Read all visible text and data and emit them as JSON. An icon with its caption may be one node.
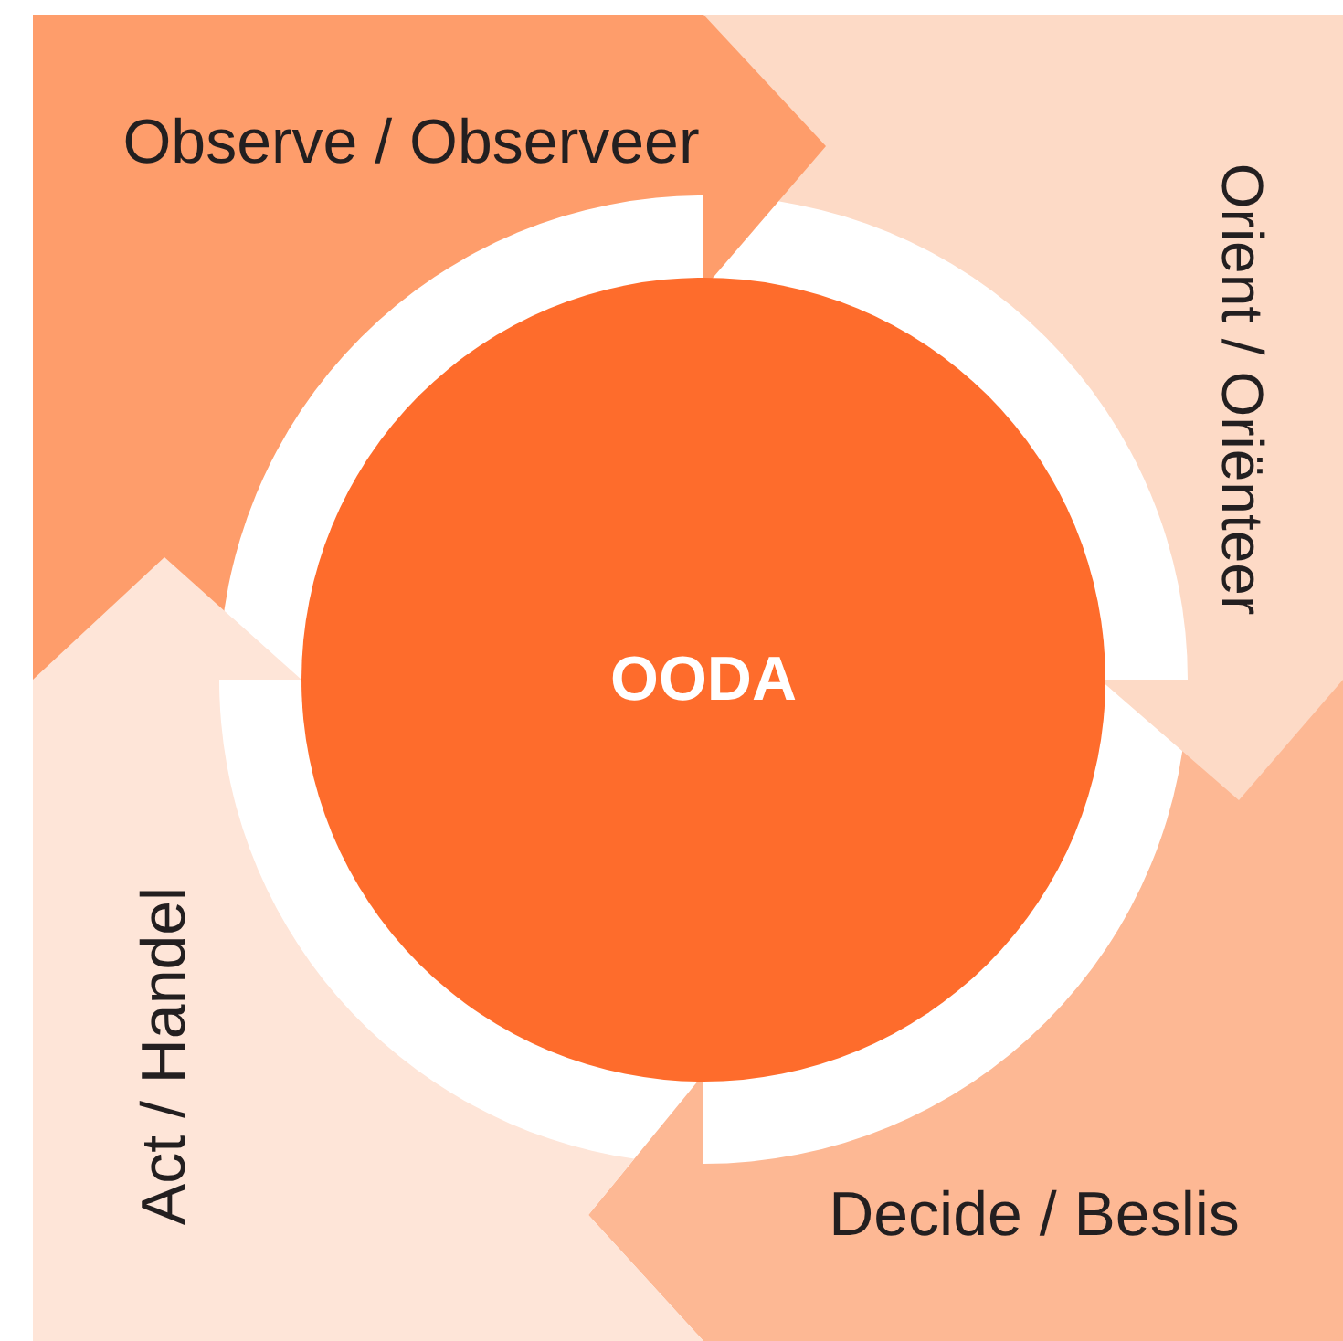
{
  "diagram": {
    "nodes": [
      {
        "text": [
          "Observe / Observeer"
        ]
      },
      {
        "text": [
          "Orient / Oriënteer"
        ]
      },
      {
        "text": [
          "Decide / Beslis"
        ]
      },
      {
        "text": [
          "Act / Handel"
        ]
      },
      {
        "text": [
          "OODA"
        ]
      }
    ]
  }
}
